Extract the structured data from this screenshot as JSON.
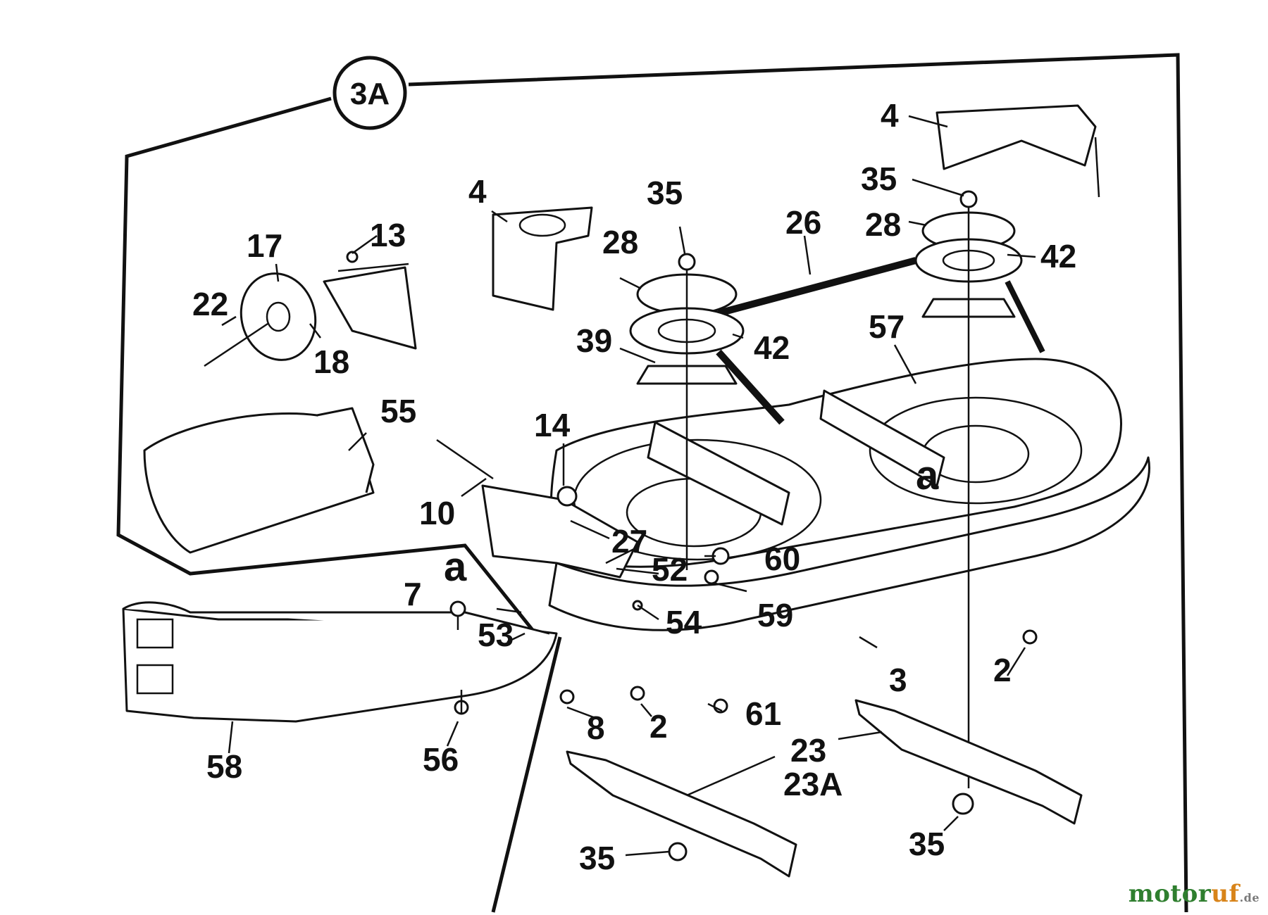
{
  "figure": {
    "tag": "3A",
    "watermark": {
      "brand_green": "motor",
      "brand_orange": "uf",
      "suffix": ".de"
    },
    "colors": {
      "ink": "#111111",
      "paper": "#ffffff",
      "wm_green": "#2f7f2f",
      "wm_orange": "#d8841a"
    }
  },
  "callouts": {
    "c4a": "4",
    "c4b": "4",
    "c35a": "35",
    "c35b": "35",
    "c35c": "35",
    "c35d": "35",
    "c28a": "28",
    "c28b": "28",
    "c26": "26",
    "c42a": "42",
    "c42b": "42",
    "c17": "17",
    "c13": "13",
    "c22": "22",
    "c18": "18",
    "c39": "39",
    "c57": "57",
    "c55": "55",
    "c14": "14",
    "c10": "10",
    "c27": "27",
    "c52": "52",
    "c60": "60",
    "c7": "7",
    "ca1": "a",
    "ca2": "a",
    "c54": "54",
    "c59": "59",
    "c53": "53",
    "c3": "3",
    "c2a": "2",
    "c2b": "2",
    "c8": "8",
    "c61": "61",
    "c58": "58",
    "c56": "56",
    "c23": "23",
    "c23a": "23A"
  }
}
